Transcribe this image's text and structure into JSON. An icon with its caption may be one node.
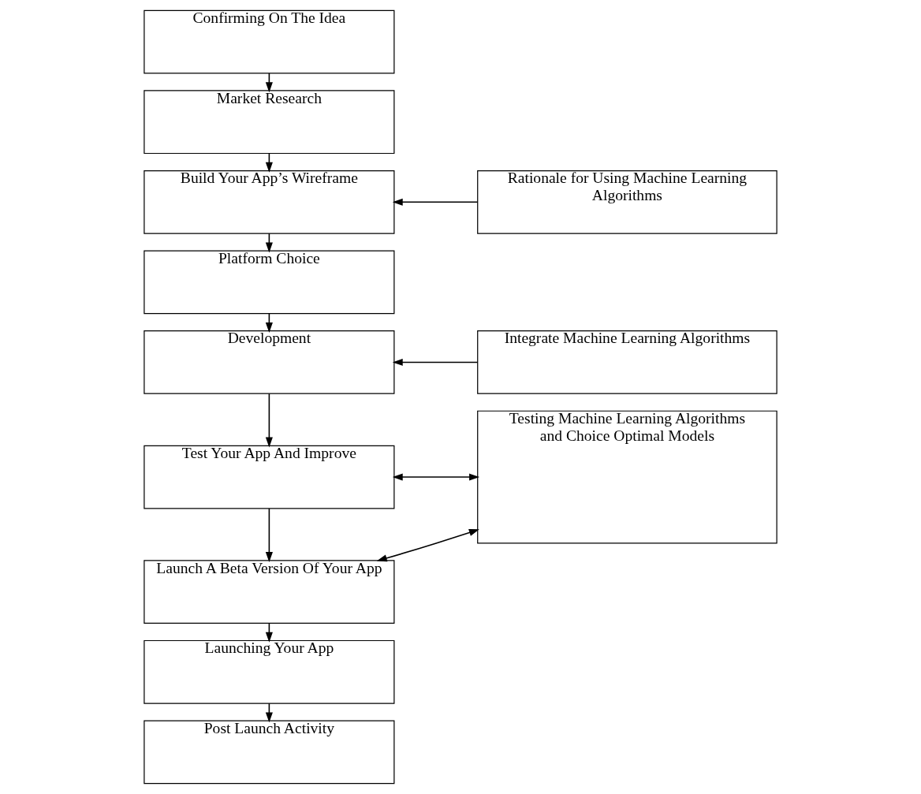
{
  "diagram": {
    "nodes": [
      {
        "text": [
          "Confirming On The Idea"
        ]
      },
      {
        "text": [
          "Market Research"
        ]
      },
      {
        "text": [
          "Build Your App’s Wireframe"
        ]
      },
      {
        "text": [
          "Platform Choice"
        ]
      },
      {
        "text": [
          "Development"
        ]
      },
      {
        "text": [
          "Test Your App And Improve"
        ]
      },
      {
        "text": [
          "Launch A Beta Version Of Your App"
        ]
      },
      {
        "text": [
          "Launching Your App"
        ]
      },
      {
        "text": [
          "Post Launch Activity"
        ]
      },
      {
        "text": [
          "Rationale for Using Machine Learning Algorithms"
        ]
      },
      {
        "text": [
          "Integrate Machine Learning Algorithms"
        ]
      },
      {
        "text": [
          "Testing Machine Learning Algorithms and Choice Optimal Models"
        ]
      }
    ],
    "edges": [
      {
        "from": 0,
        "to": 1,
        "arrow": "to"
      },
      {
        "from": 1,
        "to": 2,
        "arrow": "to"
      },
      {
        "from": 2,
        "to": 3,
        "arrow": "to"
      },
      {
        "from": 3,
        "to": 4,
        "arrow": "to"
      },
      {
        "from": 4,
        "to": 5,
        "arrow": "to"
      },
      {
        "from": 5,
        "to": 6,
        "arrow": "to"
      },
      {
        "from": 6,
        "to": 7,
        "arrow": "to"
      },
      {
        "from": 7,
        "to": 8,
        "arrow": "to"
      },
      {
        "from": 9,
        "to": 2,
        "arrow": "to"
      },
      {
        "from": 10,
        "to": 4,
        "arrow": "to"
      },
      {
        "from": 5,
        "to": 11,
        "arrow": "both"
      },
      {
        "from": 6,
        "to": 11,
        "arrow": "both"
      }
    ]
  }
}
